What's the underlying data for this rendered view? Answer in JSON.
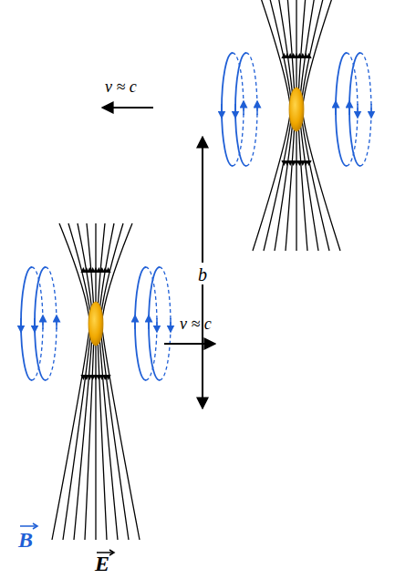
{
  "diagram": {
    "labels": [
      "v ≈ c",
      "b",
      "v ≈ c",
      "B",
      "E"
    ]
  }
}
